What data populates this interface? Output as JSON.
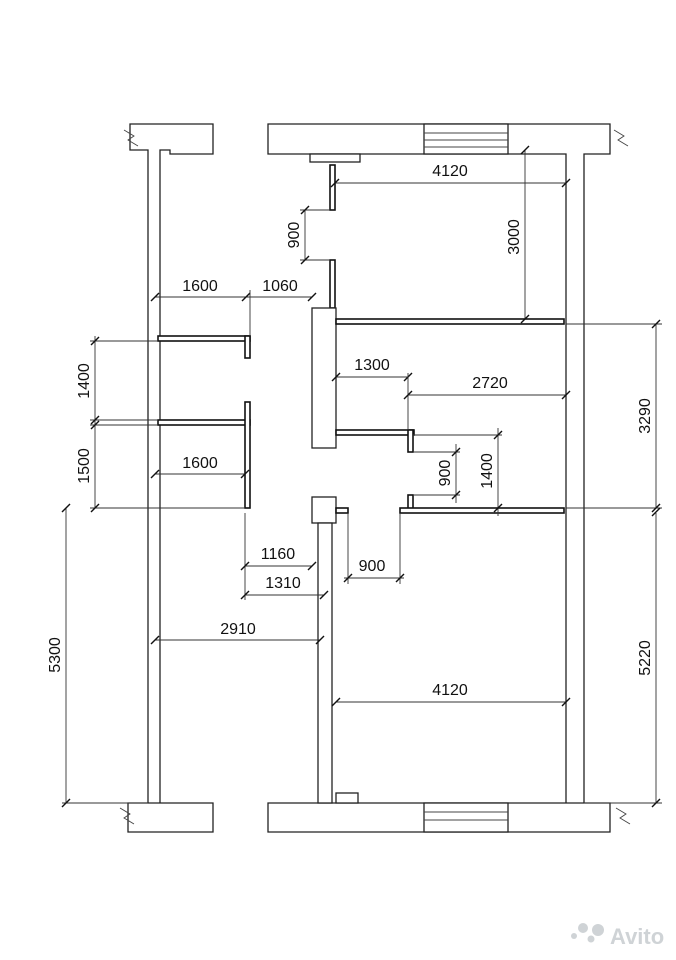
{
  "watermark": "Avito",
  "dimensions": {
    "top_width": "4120",
    "top_door": "900",
    "top_wall": "3000",
    "left_top_width": "1600",
    "corridor_top": "1060",
    "wc_height": "1400",
    "bath_height": "1500",
    "left_mid_width": "1600",
    "mid_small_width": "1300",
    "mid_wide_width": "2720",
    "right_mid_height": "3290",
    "mid_door": "900",
    "mid_height": "1400",
    "corridor_low_1": "1160",
    "corridor_low_2": "1310",
    "low_door": "900",
    "left_bottom_width": "2910",
    "left_bottom_height": "5300",
    "bottom_width": "4120",
    "right_bottom_height": "5220"
  }
}
